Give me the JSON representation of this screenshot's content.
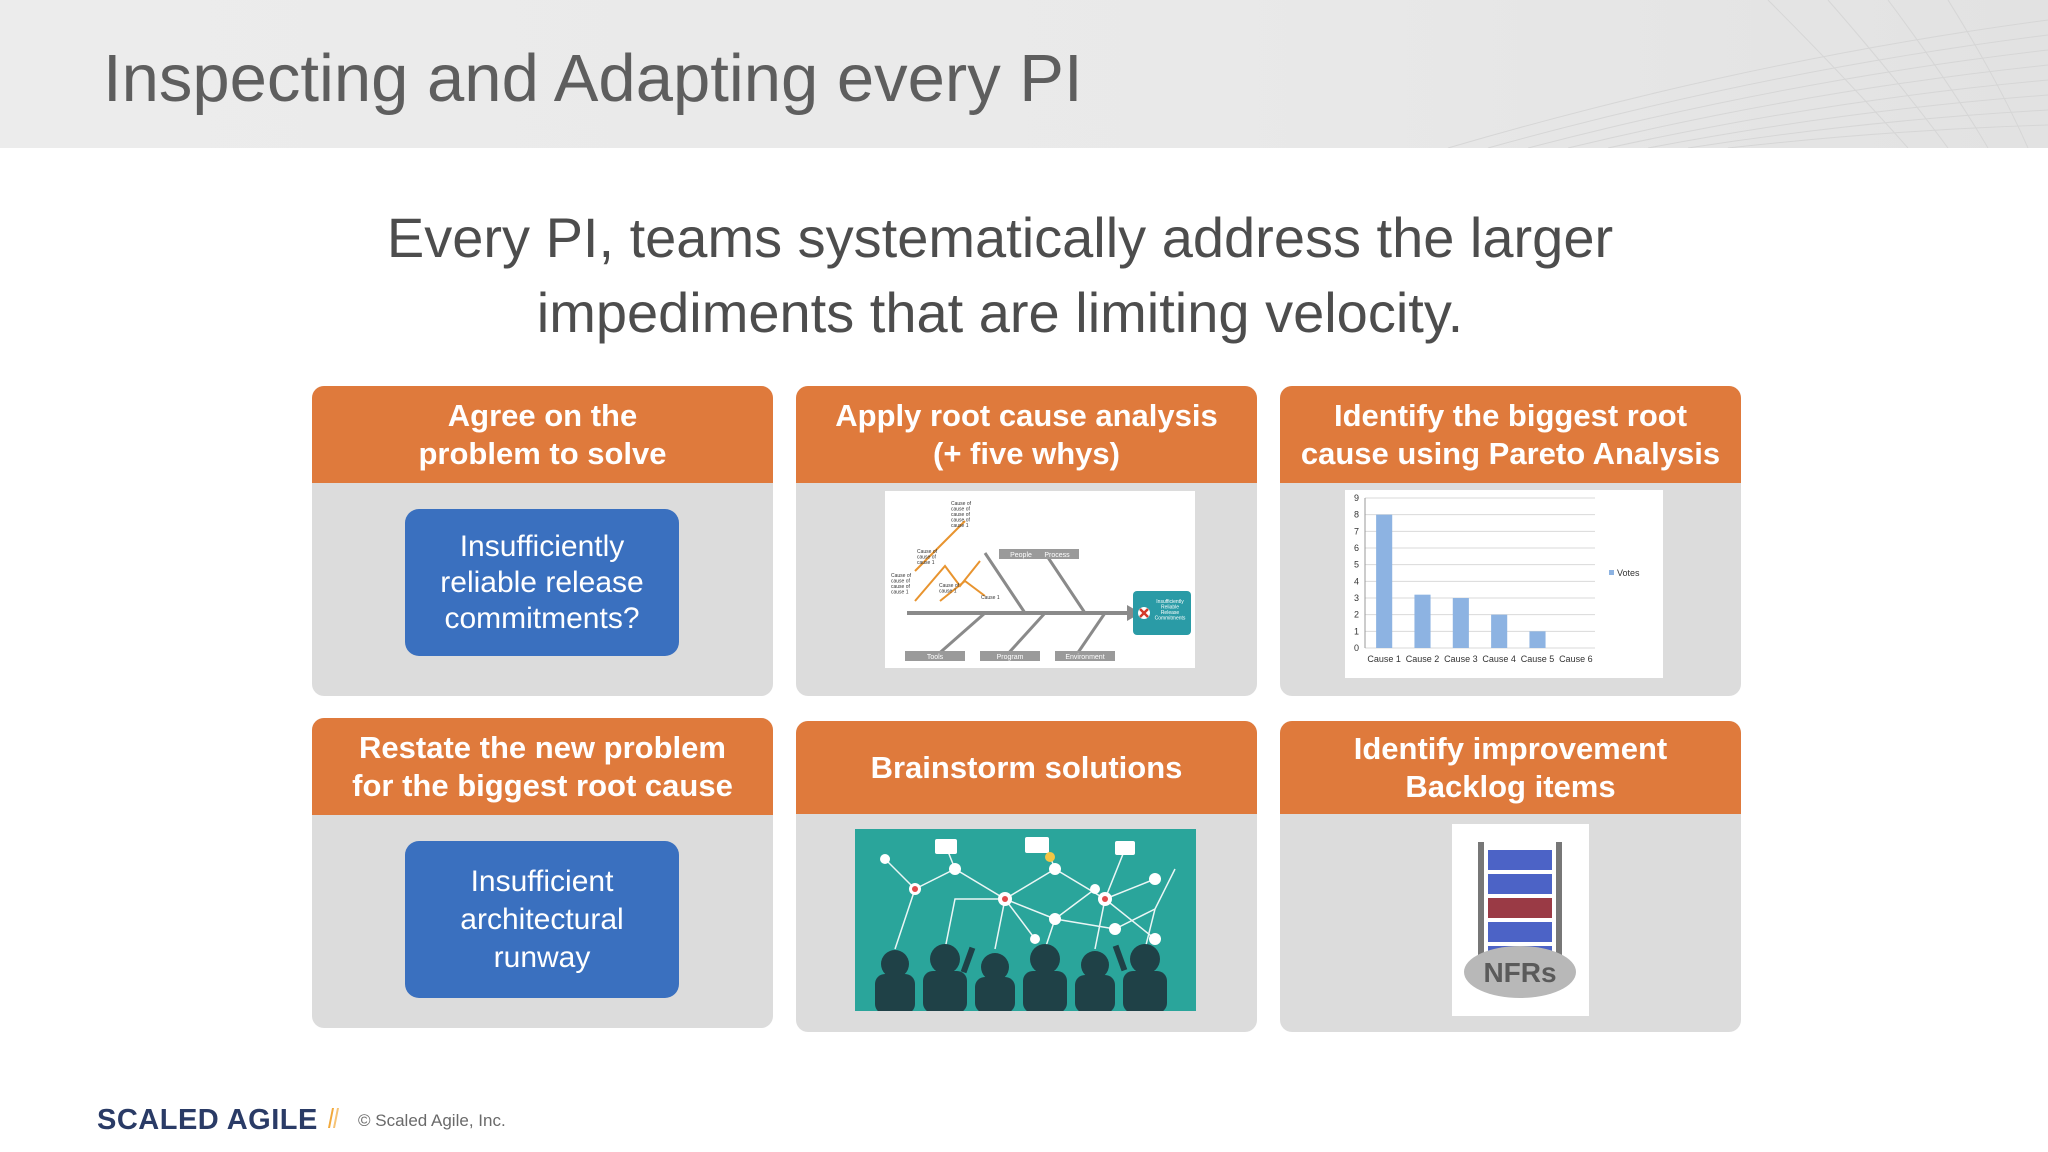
{
  "slide": {
    "title": "Inspecting and Adapting every PI",
    "subtitle": "Every PI, teams systematically address the larger impediments that are limiting velocity."
  },
  "cards": [
    {
      "heading": "Agree on the\nproblem to solve",
      "box_text": "Insufficiently\nreliable release\ncommitments?"
    },
    {
      "heading": "Apply root cause analysis\n(+ five whys)"
    },
    {
      "heading": "Identify the biggest root\ncause using Pareto Analysis"
    },
    {
      "heading": "Restate the new problem\nfor the biggest root cause",
      "box_text": "Insufficient\narchitectural\nrunway"
    },
    {
      "heading": "Brainstorm solutions"
    },
    {
      "heading": "Identify improvement\nBacklog items"
    }
  ],
  "fishbone": {
    "cause_labels": [
      "Cause of\ncause of\ncause of\ncause of\ncause 1",
      "Cause of\ncause of\ncause 1",
      "Cause of\ncause of\ncause of\ncause 1",
      "Cause of\ncause 1",
      "Cause 1"
    ],
    "category_top": [
      "People",
      "Process"
    ],
    "category_bottom": [
      "Tools",
      "Program",
      "Environment"
    ],
    "effect": "Insufficiently\nReliable\nRelease\nCommitments"
  },
  "chart_data": {
    "type": "bar",
    "categories": [
      "Cause 1",
      "Cause 2",
      "Cause 3",
      "Cause 4",
      "Cause 5",
      "Cause 6"
    ],
    "series": [
      {
        "name": "Votes",
        "values": [
          8,
          3.2,
          3,
          2,
          1,
          0
        ]
      }
    ],
    "ylim": [
      0,
      9
    ],
    "yticks": [
      "0",
      "1",
      "2",
      "3",
      "4",
      "5",
      "6",
      "7",
      "8",
      "9"
    ],
    "grid": true,
    "legend": "right",
    "color": "#8db3e2"
  },
  "nfr": {
    "label": "NFRs"
  },
  "footer": {
    "logo": "SCALED AGILE",
    "copyright": "© Scaled Agile, Inc."
  },
  "colors": {
    "orange": "#df7a3c",
    "blue": "#3a70bf",
    "card_grey": "#dcdcdc",
    "teal": "#2aa59b"
  }
}
